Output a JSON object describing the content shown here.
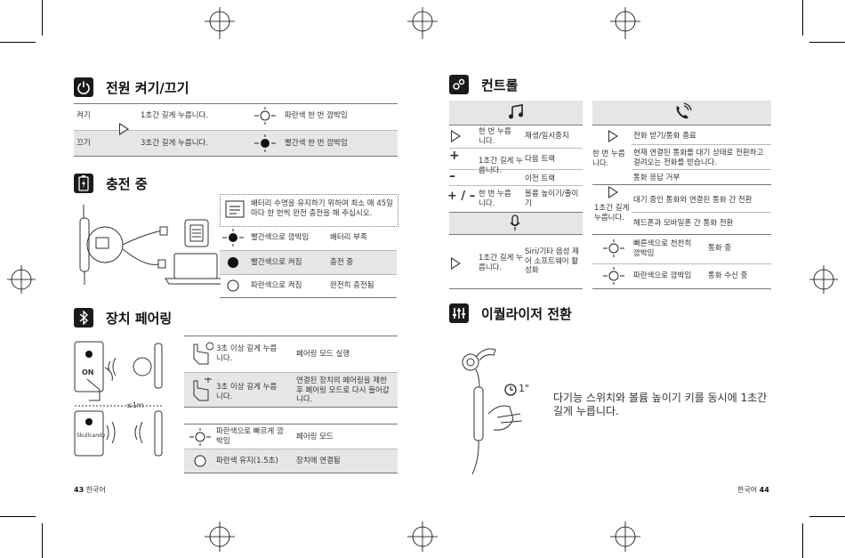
{
  "left": {
    "power": {
      "title": "전원 켜기/끄기",
      "rows": [
        {
          "label": "켜기",
          "action": "1초간 길게 누릅니다.",
          "result": "파란색 한 번 깜박임"
        },
        {
          "label": "끄기",
          "action": "3초간 길게 누릅니다.",
          "result": "빨간색 한 번 깜박임"
        }
      ]
    },
    "charging": {
      "title": "충전 중",
      "note": "배터리 수명을 유지하기 위하여 최소 매 45일마다 한 번씩 완전 충전을 해 주십시오.",
      "rows": [
        {
          "led": "빨간색으로 깜박임",
          "status": "배터리 부족"
        },
        {
          "led": "빨간색으로 켜짐",
          "status": "충전 중"
        },
        {
          "led": "파란색으로 켜짐",
          "status": "완전히 충전됨"
        }
      ]
    },
    "pairing": {
      "title": "장치 페어링",
      "phone_on": "ON",
      "distance": "≤1m",
      "phone_device": "Skullcandy",
      "rows": [
        {
          "action": "3초 이상 길게 누릅니다.",
          "result": "페어링 모드 실행"
        },
        {
          "action": "3초 이상 길게 누릅니다.",
          "result": "연결된 장치의 페어링을 제한 후 페어링 모드로 다시 들어갑니다."
        },
        {
          "action": "파란색으로 빠르게 깜박임",
          "result": "페어링 모드"
        },
        {
          "action": "파란색 유지(1.5초)",
          "result": "장치에 연결됨"
        }
      ]
    },
    "footer": {
      "page": "43",
      "lang": "한국어"
    }
  },
  "right": {
    "controls": {
      "title": "컨트롤",
      "music": [
        {
          "action": "한 번 누릅니다.",
          "result": "재생/일시중지"
        },
        {
          "action": "1초간 길게 누릅니다.",
          "result": "다음 트랙"
        },
        {
          "action": "",
          "result": "이전 트랙"
        },
        {
          "action": "한 번 누릅니다.",
          "result": "볼륨 높이기/줄이기"
        }
      ],
      "plus_symbol": "+",
      "minus_symbol": "–",
      "plusminus_symbol": "+ / –",
      "siri": {
        "action": "1초간 길게 누릅니다.",
        "result": "Siri/기타 음성 제어 소프트웨어 활성화"
      },
      "call": [
        {
          "result": "전화 받기/통화 종료"
        },
        {
          "action": "한 번 누릅니다.",
          "result": "현재 연결된 통화를 대기 상태로 전환하고 걸려오는 전화를 받습니다."
        },
        {
          "result": "통화 응답 거부"
        },
        {
          "action": "1초간 길게 누릅니다.",
          "result": "대기 중인 통화와 연결된 통화 간 전환"
        },
        {
          "result": "헤드폰과 모바일폰 간 통화 전환"
        },
        {
          "led": "빠른색으로 천천히 깜박임",
          "result": "통화 중"
        },
        {
          "led": "파란색으로 깜박임",
          "result": "통화 수신 중"
        }
      ]
    },
    "eq": {
      "title": "이퀄라이저 전환",
      "time": "1\"",
      "instruction": "다기능 스위치와 볼륨 높이기 키를 동시에 1초간 길게 누릅니다."
    },
    "footer": {
      "page": "44",
      "lang": "한국어"
    }
  }
}
